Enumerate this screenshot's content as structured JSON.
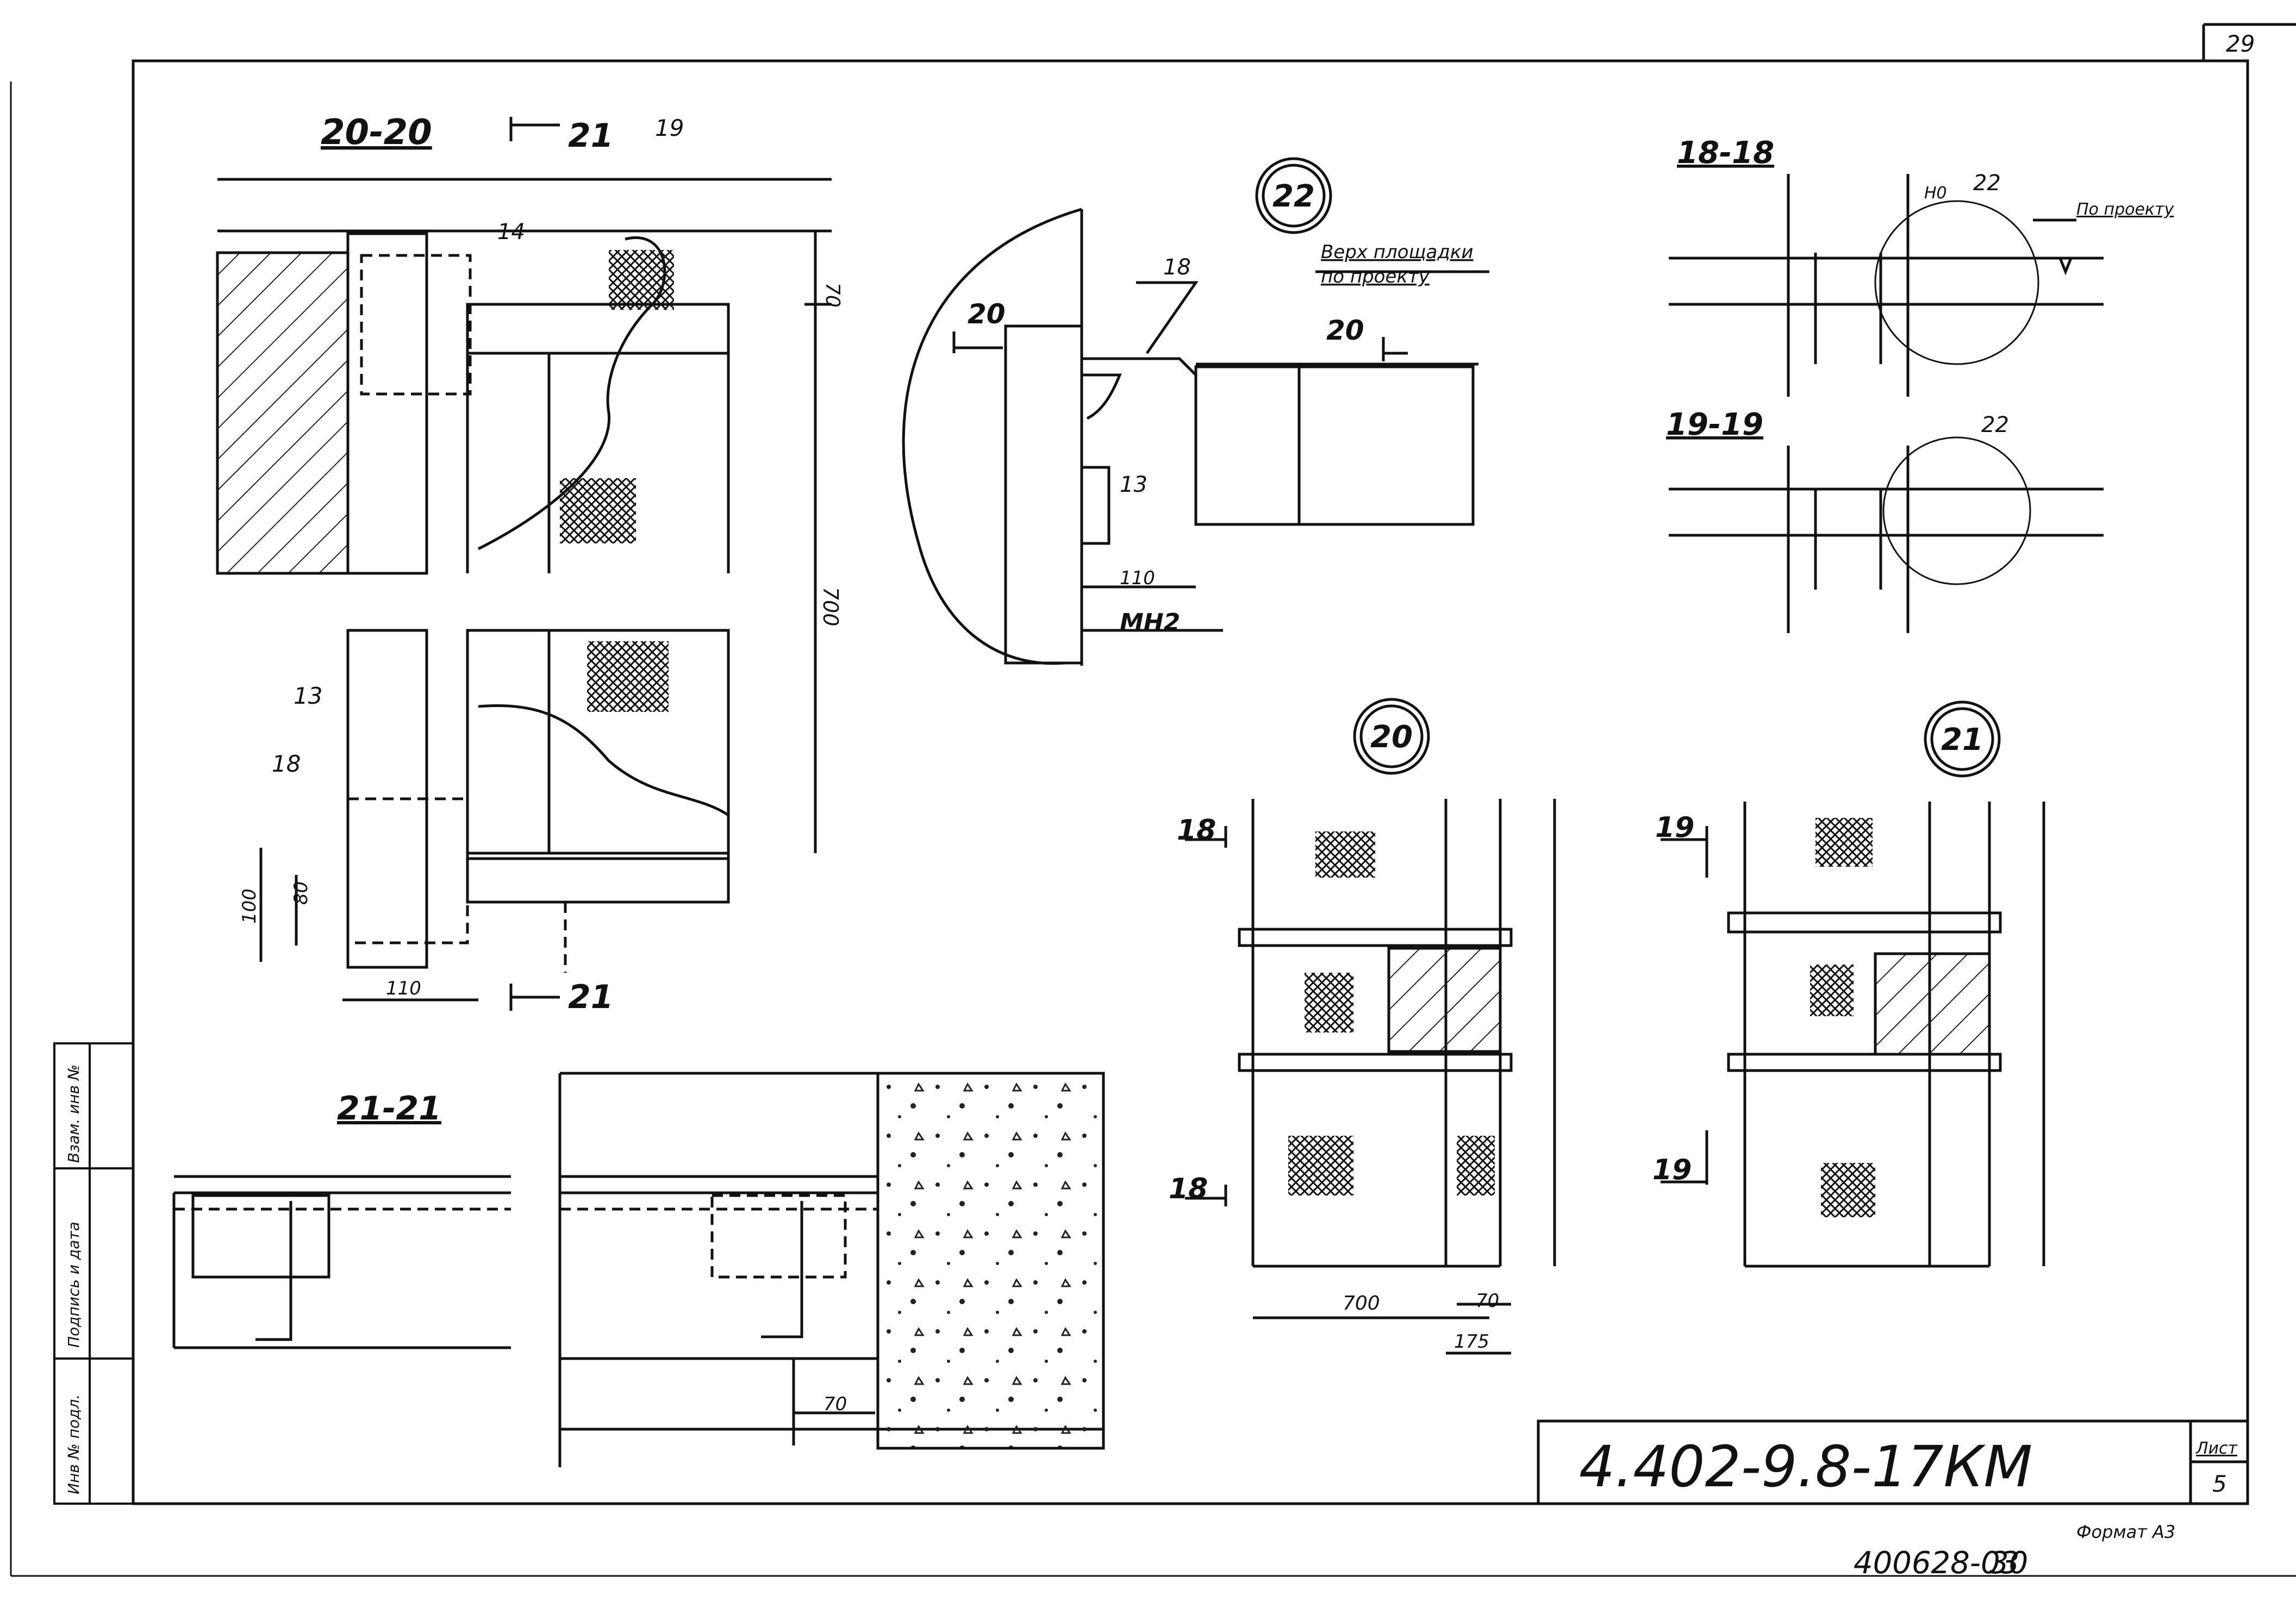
{
  "sheet": {
    "page_number": "29",
    "document_code": "4.402-9.8-17КМ",
    "sheet_label": "Лист",
    "sheet_number": "5",
    "format_note": "Формат А3",
    "archive_number": "400628-03",
    "archive_page": "30",
    "side_stamp": [
      "Инв № подл.",
      "Подпись и дата",
      "Взам. инв №"
    ]
  },
  "section_20_20": {
    "title": "20-20",
    "cut_mark_top": "21",
    "cut_mark_bottom": "21",
    "callouts": [
      "19",
      "14",
      "13",
      "18"
    ],
    "dims": [
      "70",
      "700",
      "100",
      "80",
      "110"
    ]
  },
  "detail_22": {
    "circle": "22",
    "cut_mark": "20",
    "cut_mark_2": "20",
    "note_line1": "Верх площадки",
    "note_line2": "по проекту",
    "callouts": [
      "18",
      "13",
      "МН2"
    ],
    "dims": [
      "110"
    ]
  },
  "section_18_18": {
    "title": "18-18",
    "callout": "22",
    "dim": "Н0",
    "note": "По проекту"
  },
  "section_19_19": {
    "title": "19-19",
    "callout": "22"
  },
  "detail_20": {
    "circle": "20",
    "cut_mark_top": "18",
    "cut_mark_bottom": "18",
    "dims": [
      "700",
      "70",
      "175"
    ]
  },
  "detail_21": {
    "circle": "21",
    "cut_mark_top": "19",
    "cut_mark_bottom": "19"
  },
  "section_21_21": {
    "title": "21-21",
    "dims": [
      "70"
    ]
  }
}
